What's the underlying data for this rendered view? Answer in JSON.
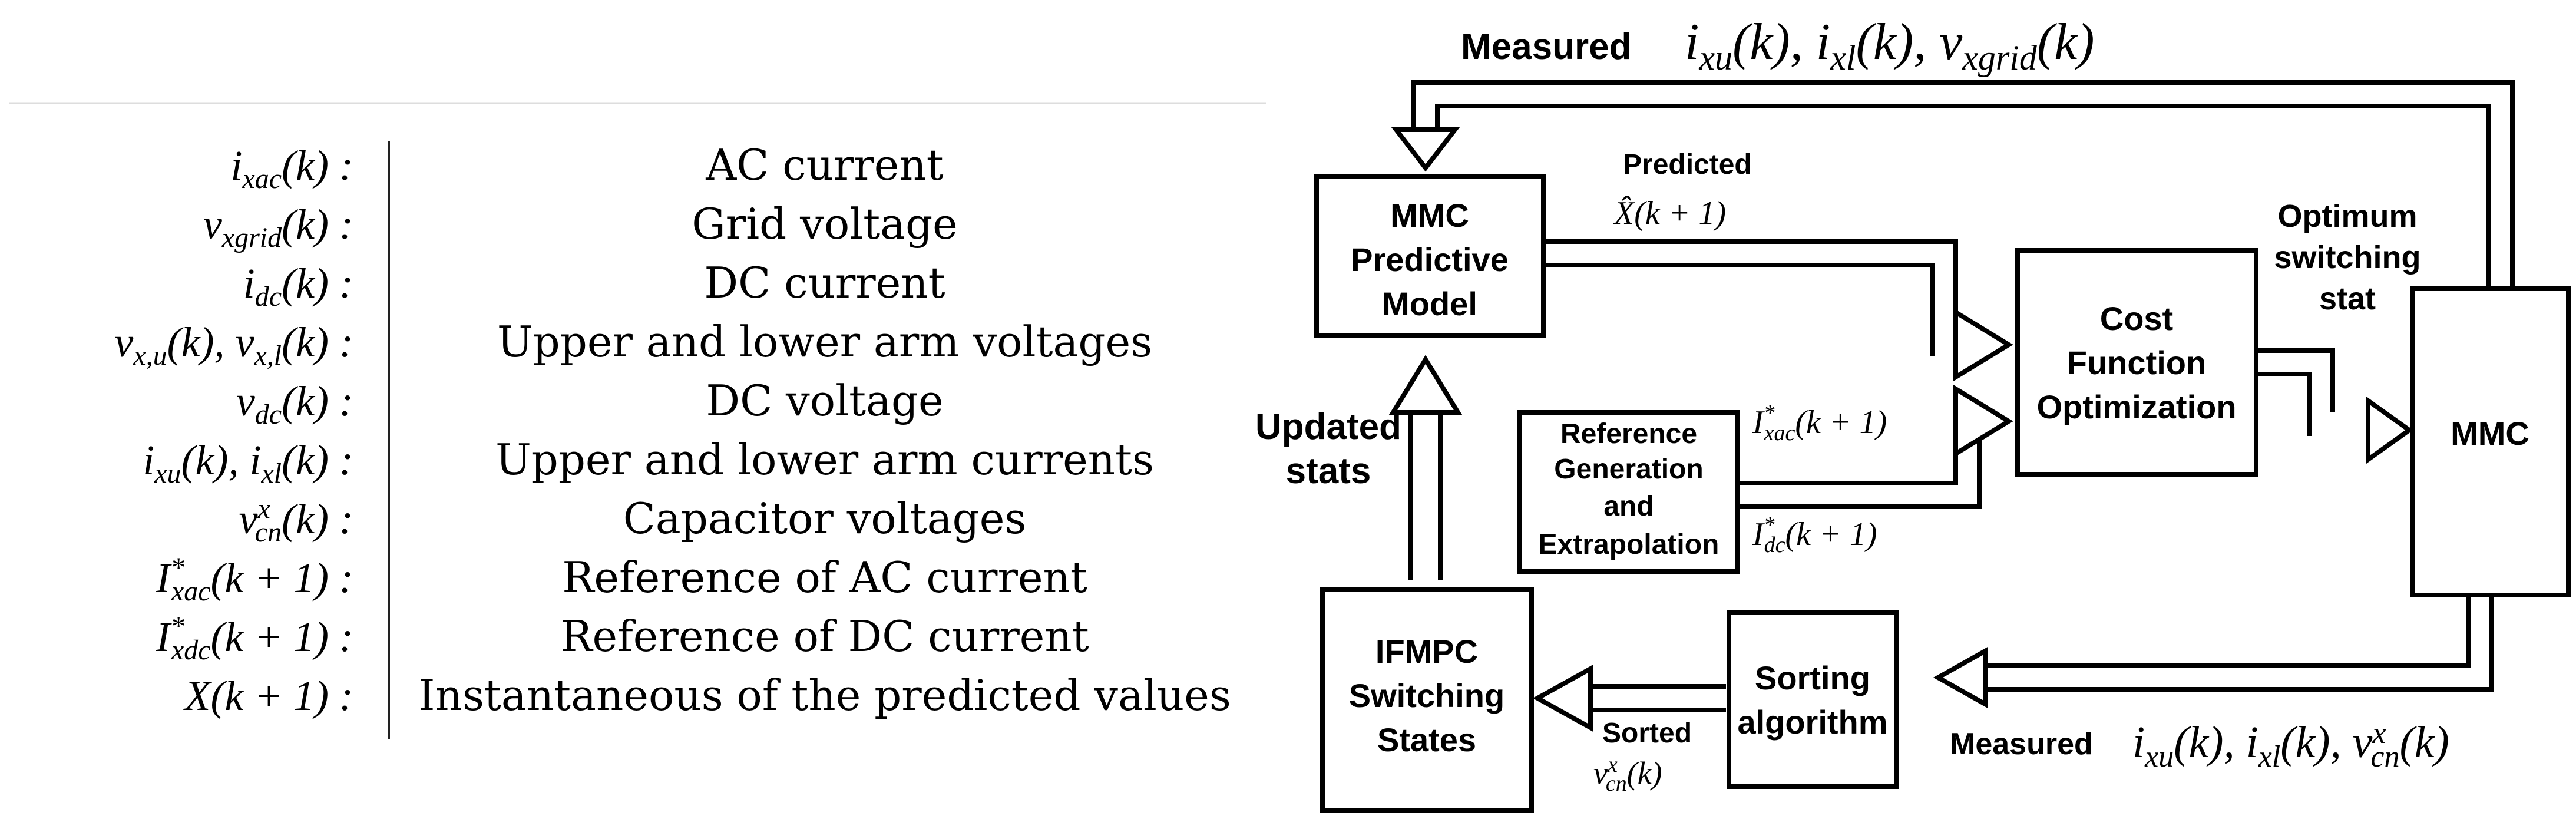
{
  "legend": {
    "rows": [
      {
        "symbol": "i_{xac}(k) :",
        "description": "AC current"
      },
      {
        "symbol": "v_{xgrid}(k) :",
        "description": "Grid voltage"
      },
      {
        "symbol": "i_{dc}(k) :",
        "description": "DC current"
      },
      {
        "symbol": "v_{x,u}(k), v_{x,l}(k) :",
        "description": "Upper and lower arm voltages"
      },
      {
        "symbol": "v_{dc}(k) :",
        "description": "DC voltage"
      },
      {
        "symbol": "i_{xu}(k), i_{xl}(k) :",
        "description": "Upper and lower arm currents"
      },
      {
        "symbol": "v^{x}_{cn}(k) :",
        "description": "Capacitor voltages"
      },
      {
        "symbol": "I^{*}_{xac}(k + 1) :",
        "description": "Reference of AC current"
      },
      {
        "symbol": "I^{*}_{xdc}(k + 1) :",
        "description": "Reference of DC current"
      },
      {
        "symbol": "X(k + 1) :",
        "description": "Instantaneous of the predicted values"
      }
    ]
  },
  "diagram": {
    "blocks": {
      "mmc_predictive_model": [
        "MMC",
        "Predictive",
        "Model"
      ],
      "cost_function": [
        "Cost",
        "Function",
        "Optimization"
      ],
      "reference_generation": [
        "Reference",
        "Generation",
        "and",
        "Extrapolation"
      ],
      "mmc": "MMC",
      "ifmpc": [
        "IFMPC",
        "Switching",
        "States"
      ],
      "sorting": [
        "Sorting",
        "algorithm"
      ]
    },
    "labels": {
      "measured_top": "Measured",
      "measured_top_math": "i_{xu}(k), i_{xl}(k), v_{xgrid}(k)",
      "predicted": "Predicted",
      "predicted_math": "X̂(k + 1)",
      "optimum": [
        "Optimum",
        "switching",
        "stat"
      ],
      "ref_ac_math": "I^{*}_{xac}(k + 1)",
      "ref_dc_math": "I^{*}_{dc}(k + 1)",
      "updated": [
        "Updated",
        "stats"
      ],
      "measured_bottom": "Measured",
      "measured_bottom_math": "i_{xu}(k), i_{xl}(k), v^{x}_{cn}(k)",
      "sorted": "Sorted",
      "sorted_math": "v^{x}_{cn}(k)"
    }
  }
}
